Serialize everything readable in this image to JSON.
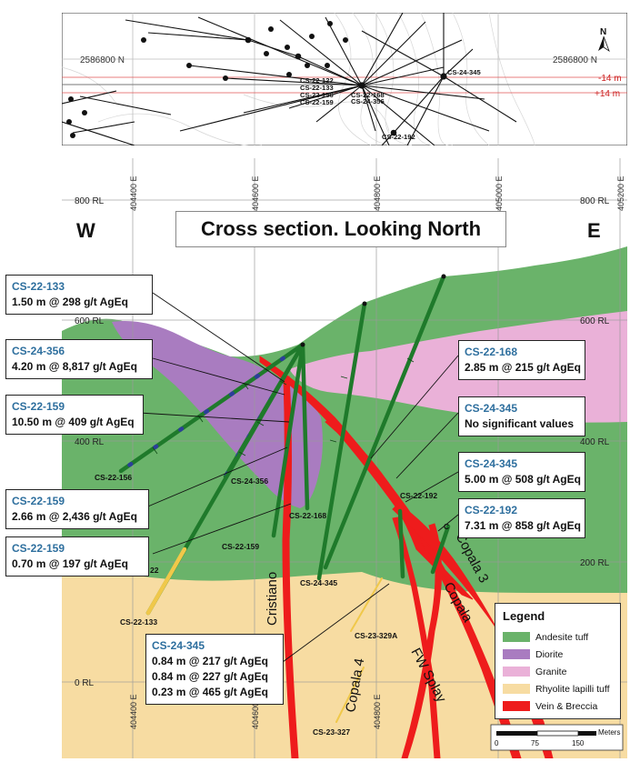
{
  "plan": {
    "northing_left": "2586800 N",
    "northing_right": "2586800 N",
    "offset_neg": "-14 m",
    "offset_pos": "+14 m",
    "north_label": "N",
    "hole_labels": [
      "CS-22-122",
      "CS-22-133",
      "CS-22-156",
      "CS-22-159",
      "CS-22-168",
      "CS-24-356",
      "CS-24-345",
      "CS-22-192"
    ]
  },
  "section": {
    "title": "Cross section. Looking North",
    "west": "W",
    "east": "E",
    "easting_labels": [
      "404400 E",
      "404600 E",
      "404800 E",
      "405000 E",
      "405200 E"
    ],
    "rl_left": [
      "800 RL",
      "600 RL",
      "400 RL",
      "0 RL"
    ],
    "rl_right": [
      "800 RL",
      "600 RL",
      "400 RL",
      "200 RL"
    ],
    "hole_labels": {
      "h156": "CS-22-156",
      "h356": "CS-24-356",
      "h159": "CS-22-159",
      "h168": "CS-22-168",
      "h345": "CS-24-345",
      "h192": "CS-22-192",
      "h133": "CS-22-133",
      "h329": "CS-23-329A",
      "h327": "CS-23-327",
      "h22": "22",
      "hC": "C"
    },
    "vein_labels": {
      "cristiano": "Cristiano",
      "copala": "Copala",
      "copala3": "Copala 3",
      "copala4": "Copala 4",
      "fwsplay": "FW Splay"
    }
  },
  "callouts": [
    {
      "hole": "CS-22-133",
      "lines": [
        "1.50 m @ 298 g/t AgEq"
      ]
    },
    {
      "hole": "CS-24-356",
      "lines": [
        "4.20 m @ 8,817 g/t AgEq"
      ]
    },
    {
      "hole": "CS-22-159",
      "lines": [
        "10.50 m @ 409 g/t AgEq"
      ]
    },
    {
      "hole": "CS-22-159",
      "lines": [
        "2.66 m @ 2,436 g/t AgEq"
      ]
    },
    {
      "hole": "CS-22-159",
      "lines": [
        "0.70 m @ 197 g/t AgEq"
      ]
    },
    {
      "hole": "CS-24-345",
      "lines": [
        "0.84 m @ 217 g/t AgEq",
        "0.84 m @ 227 g/t AgEq",
        "0.23 m @ 465 g/t AgEq"
      ]
    },
    {
      "hole": "CS-22-168",
      "lines": [
        "2.85 m @ 215 g/t AgEq"
      ]
    },
    {
      "hole": "CS-24-345",
      "lines": [
        "No significant values"
      ]
    },
    {
      "hole": "CS-24-345",
      "lines": [
        "5.00 m @ 508 g/t AgEq"
      ]
    },
    {
      "hole": "CS-22-192",
      "lines": [
        "7.31 m @ 858 g/t AgEq"
      ]
    }
  ],
  "legend": {
    "title": "Legend",
    "items": [
      {
        "label": "Andesite tuff",
        "color": "#6ab36a"
      },
      {
        "label": "Diorite",
        "color": "#a97cc0"
      },
      {
        "label": "Granite",
        "color": "#eab1d8"
      },
      {
        "label": "Rhyolite lapilli tuff",
        "color": "#f7dca2"
      },
      {
        "label": "Vein & Breccia",
        "color": "#ee1c1c"
      }
    ]
  },
  "scale": {
    "unit": "Meters",
    "ticks": [
      "0",
      "75",
      "150"
    ]
  }
}
